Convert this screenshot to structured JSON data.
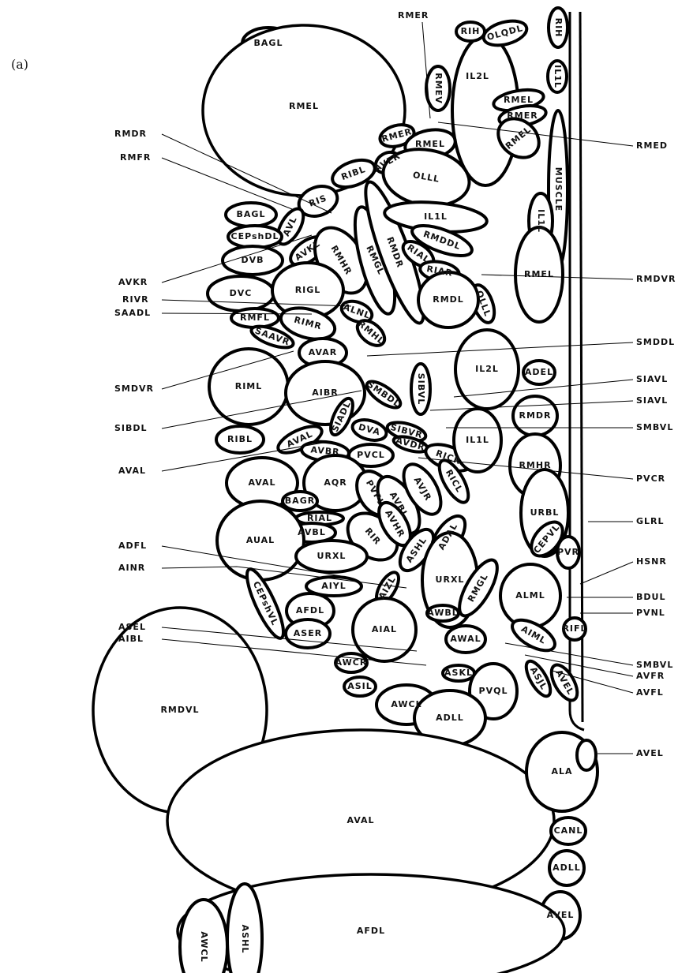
{
  "panel_label": "(a)",
  "cells": [
    "BAGL",
    "RMEL",
    "IL2L",
    "RMEV",
    "RMER",
    "RMEL",
    "RMEL",
    "RMER",
    "RMEL",
    "RIH",
    "OLQDL",
    "RIH",
    "IL1L",
    "MUSCLE",
    "IL1L",
    "RMEL",
    "RIBL",
    "AVER",
    "OLLL",
    "RIS",
    "BAGL",
    "AVL",
    "CEPshDL",
    "DVB",
    "AVKL",
    "RMHR",
    "RMGL",
    "RMDR",
    "IL1L",
    "RMDDL",
    "RIAL",
    "RIAR",
    "OLLL",
    "RMDL",
    "DVC",
    "RIGL",
    "ALNL",
    "RMFL",
    "RIMR",
    "RMHL",
    "SAAVR",
    "AVAR",
    "RIML",
    "AIBR",
    "SMBDL",
    "SIBVL",
    "IL2L",
    "ADEL",
    "RMDR",
    "SIADL",
    "DVA",
    "SIBVR",
    "RIBL",
    "AVAL",
    "AVBR",
    "AVDR",
    "PVCL",
    "RICR",
    "IL1L",
    "RMHR",
    "AVAL",
    "AQR",
    "PVPL",
    "AVBL",
    "AVJR",
    "RICL",
    "BAGR",
    "URBL",
    "RIAL",
    "AVBL",
    "AUAL",
    "RIR",
    "AVHR",
    "ASHL",
    "ADAL",
    "URXL",
    "URXL",
    "CEPVL",
    "PVR",
    "ALML",
    "RMGL",
    "CEPshVL",
    "AIYL",
    "AIZL",
    "AFDL",
    "AWBL",
    "ASER",
    "AIAL",
    "AWAL",
    "AIML",
    "RIFL",
    "AWCR",
    "ASKL",
    "ASJL",
    "AVEL",
    "ASIL",
    "AWCL",
    "PVQL",
    "ADLL",
    "RMDVL",
    "AVAL",
    "ALA",
    "CANL",
    "ADLL",
    "AVEL",
    "AFDL",
    "ASHL",
    "AWCL"
  ],
  "callouts_left": [
    "RMER",
    "RMDR",
    "RMFR",
    "AVKR",
    "RIVR",
    "SAADL",
    "SMDVR",
    "SIBDL",
    "AVAL",
    "ADFL",
    "AINR",
    "ASEL",
    "AIBL"
  ],
  "callouts_right": [
    "RMED",
    "RMDVR",
    "SMDDL",
    "SIAVL",
    "SIAVL",
    "SMBVL",
    "PVCR",
    "GLRL",
    "HSNR",
    "BDUL",
    "PVNL",
    "SMBVL",
    "AVFR",
    "AVFL",
    "AVEL"
  ]
}
